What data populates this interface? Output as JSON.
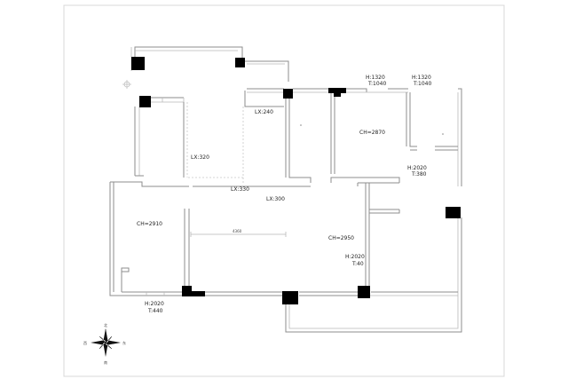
{
  "labels": {
    "window_top_left": {
      "h": "H:1320",
      "t": "T:1040"
    },
    "window_top_right": {
      "h": "H:1320",
      "t": "T:1040"
    },
    "lx_240": "LX:240",
    "lx_320": "LX:320",
    "lx_330": "LX:330",
    "lx_300": "LX:300",
    "ch_2870": "CH=2870",
    "ch_2910": "CH=2910",
    "ch_2950": "CH=2950",
    "window_right": {
      "h": "H:2020",
      "t": "T:380"
    },
    "window_center": {
      "h": "H:2020",
      "t": "T:40"
    },
    "window_bottom": {
      "h": "H:2020",
      "t": "T:440"
    },
    "dimension": "4360"
  },
  "compass": {
    "north": "北",
    "south": "南",
    "west": "西",
    "east": "东"
  },
  "colors": {
    "wall": "#8e8e8e",
    "column": "#000000",
    "text": "#222222"
  }
}
